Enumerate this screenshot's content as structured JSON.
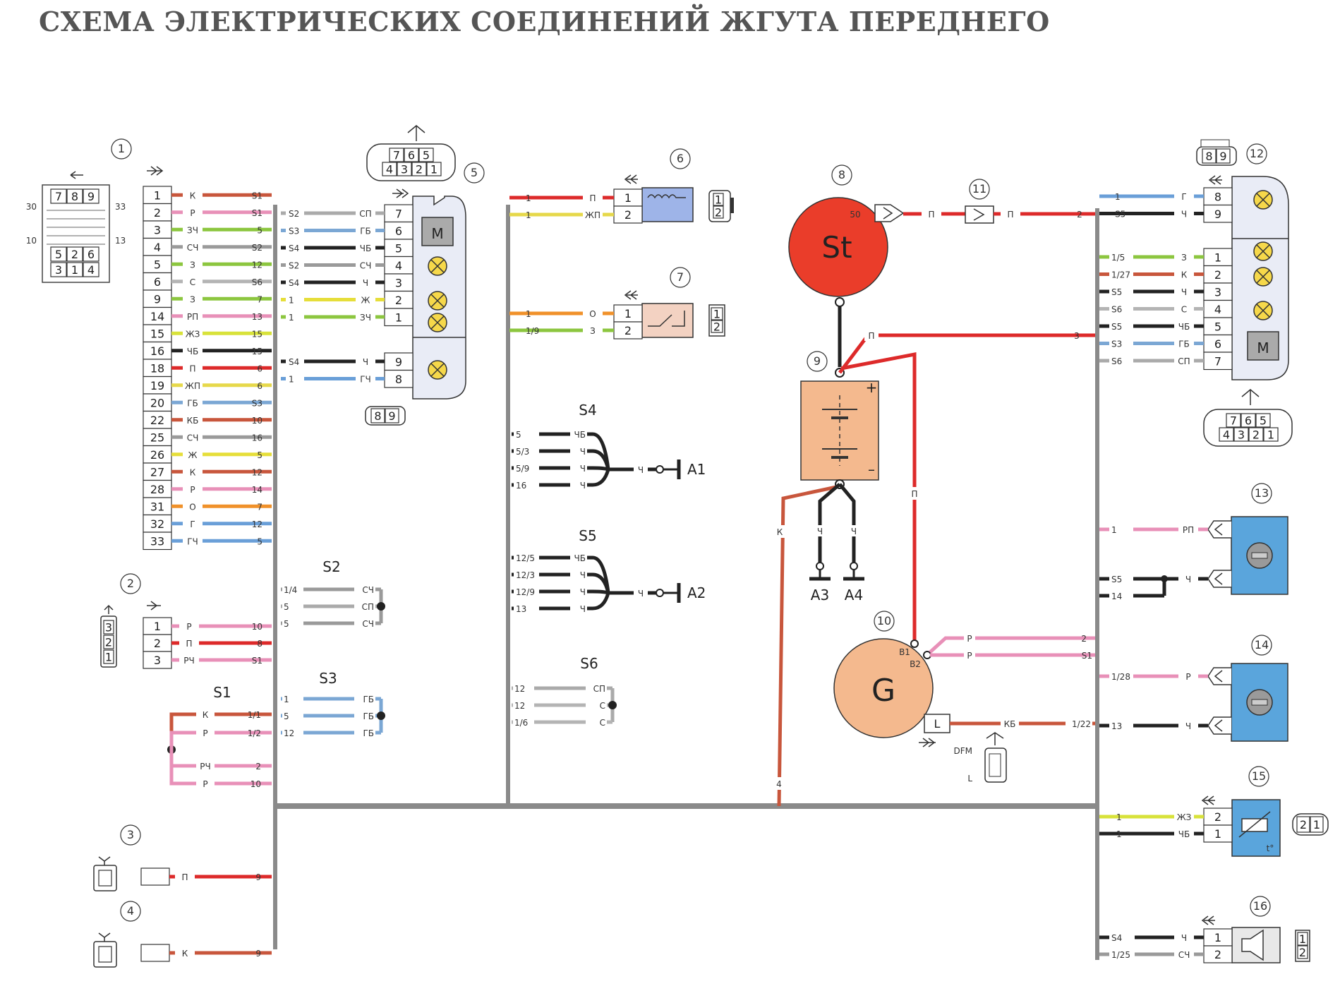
{
  "title": "СХЕМА ЭЛЕКТРИЧЕСКИХ СОЕДИНЕНИЙ ЖГУТА ПЕРЕДНЕГО",
  "colors": {
    "К": "#c8563c",
    "Р": "#e890b8",
    "П": "#dd2a2a",
    "ЗЧ": "#8cc63f",
    "СЧ": "#9a9a9a",
    "З": "#8cc63f",
    "С": "#b4b4b4",
    "РП": "#e890b8",
    "ЖЗ": "#d8e23a",
    "ЧБ": "#222222",
    "ЖП": "#e6d84a",
    "ГБ": "#7ba7d4",
    "КБ": "#c8563c",
    "Ж": "#e6de3a",
    "О": "#f0912a",
    "Г": "#6a9fd8",
    "ГЧ": "#6a9fd8",
    "СП": "#aaaaaa",
    "Ч": "#222222",
    "РЧ": "#e890b8",
    "trunk": "#8a8a8a",
    "starter": "#ea3d2a",
    "alternator": "#f4b98e",
    "battery": "#f4b98e",
    "blue_box": "#5aa5dc",
    "gray_block": "#e9ecf6"
  },
  "components": {
    "c1": "1",
    "c2": "2",
    "c3": "3",
    "c4": "4",
    "c5": "5",
    "c6": "6",
    "c7": "7",
    "c8": "8",
    "c9": "9",
    "c10": "10",
    "c11": "11",
    "c12": "12",
    "c13": "13",
    "c14": "14",
    "c15": "15",
    "c16": "16"
  },
  "blocks": {
    "b1": {
      "pins": [
        "1",
        "2",
        "3",
        "4",
        "5",
        "6",
        "9",
        "14",
        "15",
        "16",
        "18",
        "19",
        "20",
        "22",
        "25",
        "26",
        "27",
        "28",
        "31",
        "32",
        "33"
      ],
      "wires": [
        "К",
        "Р",
        "ЗЧ",
        "СЧ",
        "З",
        "С",
        "З",
        "РП",
        "ЖЗ",
        "ЧБ",
        "П",
        "ЖП",
        "ГБ",
        "КБ",
        "СЧ",
        "Ж",
        "К",
        "Р",
        "О",
        "Г",
        "ГЧ"
      ],
      "ends": [
        "S1",
        "S1",
        "5",
        "S2",
        "12",
        "S6",
        "7",
        "13",
        "15",
        "15",
        "6",
        "6",
        "S3",
        "10",
        "16",
        "5",
        "12",
        "14",
        "7",
        "12",
        "5"
      ],
      "face_top": [
        "7",
        "8",
        "9"
      ],
      "face_bot1": [
        "5",
        "2",
        "6"
      ],
      "face_bot2": [
        "3",
        "1",
        "4"
      ],
      "face_sides": [
        "30",
        "33",
        "10",
        "13"
      ]
    },
    "b2": {
      "pins": [
        "1",
        "2",
        "3"
      ],
      "wires": [
        "Р",
        "П",
        "РЧ"
      ],
      "ends": [
        "10",
        "8",
        "S1"
      ],
      "face": [
        "3",
        "2",
        "1"
      ]
    },
    "b3": {
      "wire": "П",
      "end": "9"
    },
    "b4": {
      "wire": "К",
      "end": "9"
    },
    "b5": {
      "pins_a": [
        "7",
        "6",
        "5",
        "4",
        "3",
        "2",
        "1"
      ],
      "starts_a": [
        "S2",
        "S3",
        "S4",
        "S2",
        "S4",
        "1",
        "1"
      ],
      "wires_a": [
        "СП",
        "ГБ",
        "ЧБ",
        "СЧ",
        "Ч",
        "Ж",
        "ЗЧ"
      ],
      "pins_b": [
        "9",
        "8"
      ],
      "starts_b": [
        "S4",
        "1"
      ],
      "wires_b": [
        "Ч",
        "ГЧ"
      ],
      "face_top": [
        "7",
        "6",
        "5"
      ],
      "face_bot": [
        "4",
        "3",
        "2",
        "1"
      ],
      "face_small": [
        "8",
        "9"
      ],
      "motor": "M"
    },
    "b6": {
      "pins": [
        "1",
        "2"
      ],
      "starts": [
        "1",
        "1"
      ],
      "wires": [
        "П",
        "ЖП"
      ],
      "face": [
        "1",
        "2"
      ]
    },
    "b7": {
      "pins": [
        "1",
        "2"
      ],
      "starts": [
        "1",
        "1/9"
      ],
      "wires": [
        "О",
        "З"
      ],
      "face": [
        "1",
        "2"
      ]
    },
    "b8": {
      "label": "St",
      "terminal": "50",
      "wire": "П",
      "end": "2"
    },
    "b9": {
      "plus": "+",
      "minus": "–",
      "wire_out": "П",
      "wire_out_end": "3",
      "wire_ground": "К",
      "ground_end": "4",
      "grounds": [
        "А3",
        "А4"
      ],
      "ground_wire": "Ч"
    },
    "b10": {
      "label": "G",
      "b1": "B1",
      "b2": "B2",
      "l": "L",
      "dfm": "DFM",
      "l2": "L",
      "wires": [
        "Р",
        "Р"
      ],
      "ends": [
        "2",
        "S1"
      ],
      "l_wire": "КБ",
      "l_end": "1/22"
    },
    "b12": {
      "pins_top": [
        "8",
        "9"
      ],
      "starts_top": [
        "1",
        "S5"
      ],
      "wires_top": [
        "Г",
        "Ч"
      ],
      "pins": [
        "1",
        "2",
        "3",
        "4",
        "5",
        "6",
        "7"
      ],
      "starts": [
        "1/5",
        "1/27",
        "S5",
        "S6",
        "S5",
        "S3",
        "S6"
      ],
      "wires": [
        "З",
        "К",
        "Ч",
        "С",
        "ЧБ",
        "ГБ",
        "СП"
      ],
      "face_small": [
        "8",
        "9"
      ],
      "face_top": [
        "7",
        "6",
        "5"
      ],
      "face_bot": [
        "4",
        "3",
        "2",
        "1"
      ],
      "motor": "M"
    },
    "b13": {
      "starts": [
        "1",
        "S5",
        "14"
      ],
      "wires": [
        "РП",
        "Ч"
      ]
    },
    "b14": {
      "starts": [
        "1/28",
        "13"
      ],
      "wires": [
        "Р",
        "Ч"
      ]
    },
    "b15": {
      "pins": [
        "2",
        "1"
      ],
      "starts": [
        "1",
        "1"
      ],
      "wires": [
        "ЖЗ",
        "ЧБ"
      ],
      "face": [
        "2",
        "1"
      ],
      "t": "t°"
    },
    "b16": {
      "pins": [
        "1",
        "2"
      ],
      "starts": [
        "S4",
        "1/25"
      ],
      "wires": [
        "Ч",
        "СЧ"
      ],
      "face": [
        "1",
        "2"
      ]
    }
  },
  "splices": {
    "S1": {
      "label": "S1",
      "items": [
        [
          "К",
          "1/1"
        ],
        [
          "Р",
          "1/2"
        ],
        [
          "РЧ",
          "2"
        ],
        [
          "Р",
          "10"
        ]
      ]
    },
    "S2": {
      "label": "S2",
      "items": [
        [
          "1/4",
          "СЧ"
        ],
        [
          "5",
          "СП"
        ],
        [
          "5",
          "СЧ"
        ]
      ]
    },
    "S3": {
      "label": "S3",
      "items": [
        [
          "1",
          "ГБ"
        ],
        [
          "5",
          "ГБ"
        ],
        [
          "12",
          "ГБ"
        ]
      ]
    },
    "S4": {
      "label": "S4",
      "items": [
        [
          "5",
          "ЧБ"
        ],
        [
          "5/3",
          "Ч"
        ],
        [
          "5/9",
          "Ч"
        ],
        [
          "16",
          "Ч"
        ]
      ],
      "out": "Ч",
      "ground": "А1"
    },
    "S5": {
      "label": "S5",
      "items": [
        [
          "12/5",
          "ЧБ"
        ],
        [
          "12/3",
          "Ч"
        ],
        [
          "12/9",
          "Ч"
        ],
        [
          "13",
          "Ч"
        ]
      ],
      "out": "Ч",
      "ground": "А2"
    },
    "S6": {
      "label": "S6",
      "items": [
        [
          "12",
          "СП"
        ],
        [
          "12",
          "С"
        ],
        [
          "1/6",
          "С"
        ]
      ]
    }
  },
  "c11": {
    "wire": "П"
  }
}
